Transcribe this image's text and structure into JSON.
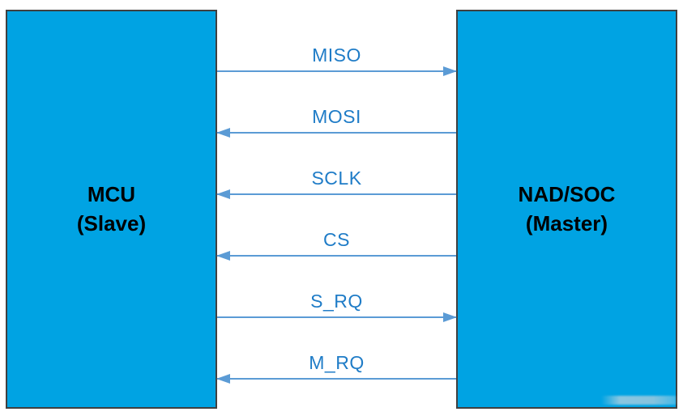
{
  "diagram": {
    "left_box": {
      "title": "MCU",
      "subtitle": "(Slave)"
    },
    "right_box": {
      "title": "NAD/SOC",
      "subtitle": "(Master)"
    },
    "signals": [
      {
        "label": "MISO",
        "direction": "right",
        "from": "MCU",
        "to": "NAD/SOC"
      },
      {
        "label": "MOSI",
        "direction": "left",
        "from": "NAD/SOC",
        "to": "MCU"
      },
      {
        "label": "SCLK",
        "direction": "left",
        "from": "NAD/SOC",
        "to": "MCU"
      },
      {
        "label": "CS",
        "direction": "left",
        "from": "NAD/SOC",
        "to": "MCU"
      },
      {
        "label": "S_RQ",
        "direction": "right",
        "from": "MCU",
        "to": "NAD/SOC"
      },
      {
        "label": "M_RQ",
        "direction": "left",
        "from": "NAD/SOC",
        "to": "MCU"
      }
    ],
    "colors": {
      "box_fill": "#00a3e3",
      "box_border": "#404040",
      "arrow": "#5b9bd5",
      "signal_label_text": "#1f7cc7",
      "box_text": "#000000",
      "background": "#ffffff"
    }
  }
}
